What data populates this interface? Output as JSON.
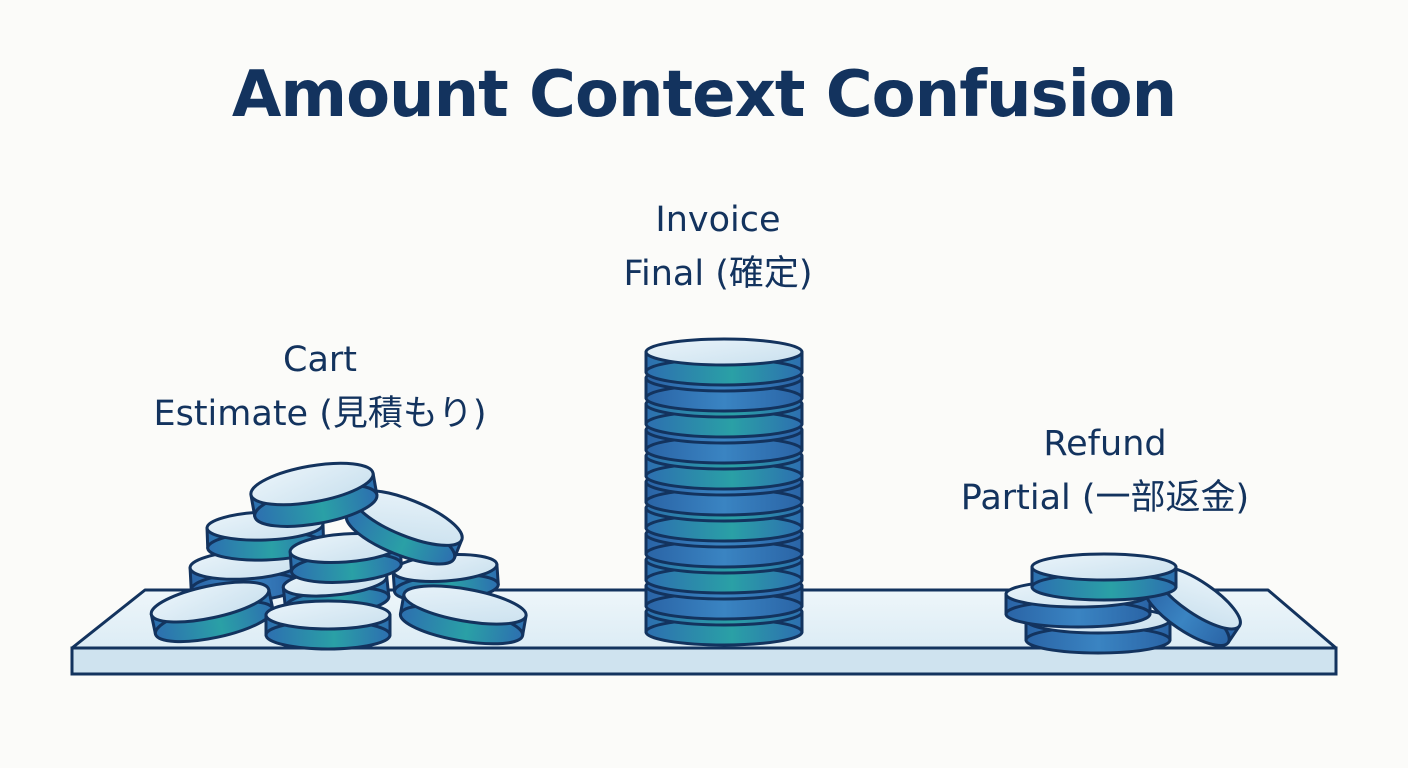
{
  "title": "Amount Context Confusion",
  "groups": {
    "cart": {
      "line1": "Cart",
      "line2": "Estimate (見積もり)"
    },
    "invoice": {
      "line1": "Invoice",
      "line2": "Final (確定)"
    },
    "refund": {
      "line1": "Refund",
      "line2": "Partial (一部返金)"
    }
  },
  "colors": {
    "outline": "#13335e",
    "coin_blue": "#2f72b4",
    "coin_teal": "#2c9ea8",
    "coin_face": "#d8eaf4",
    "platform": "#dcecf5"
  },
  "icons": {
    "cart_coins": "scattered-coin-pile-icon",
    "invoice_coins": "tall-coin-stack-icon",
    "refund_coins": "small-coin-stack-icon"
  }
}
